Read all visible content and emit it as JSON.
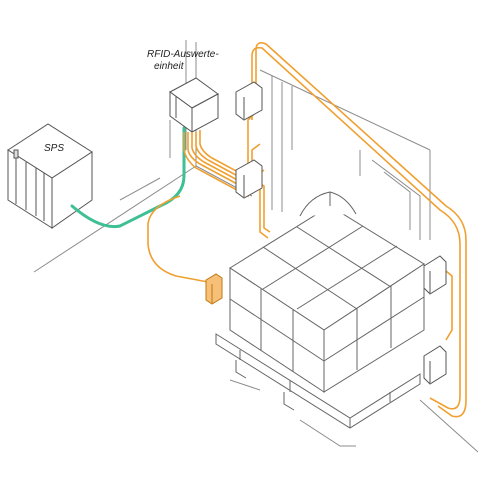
{
  "labels": {
    "sps": "SPS",
    "rfid_line1": "RFID-Auswerte-",
    "rfid_line2": "einheit"
  },
  "colors": {
    "cable_orange": "#f0a030",
    "cable_green": "#3fbf95",
    "line": "#8c8c8c",
    "outline": "#555555"
  }
}
